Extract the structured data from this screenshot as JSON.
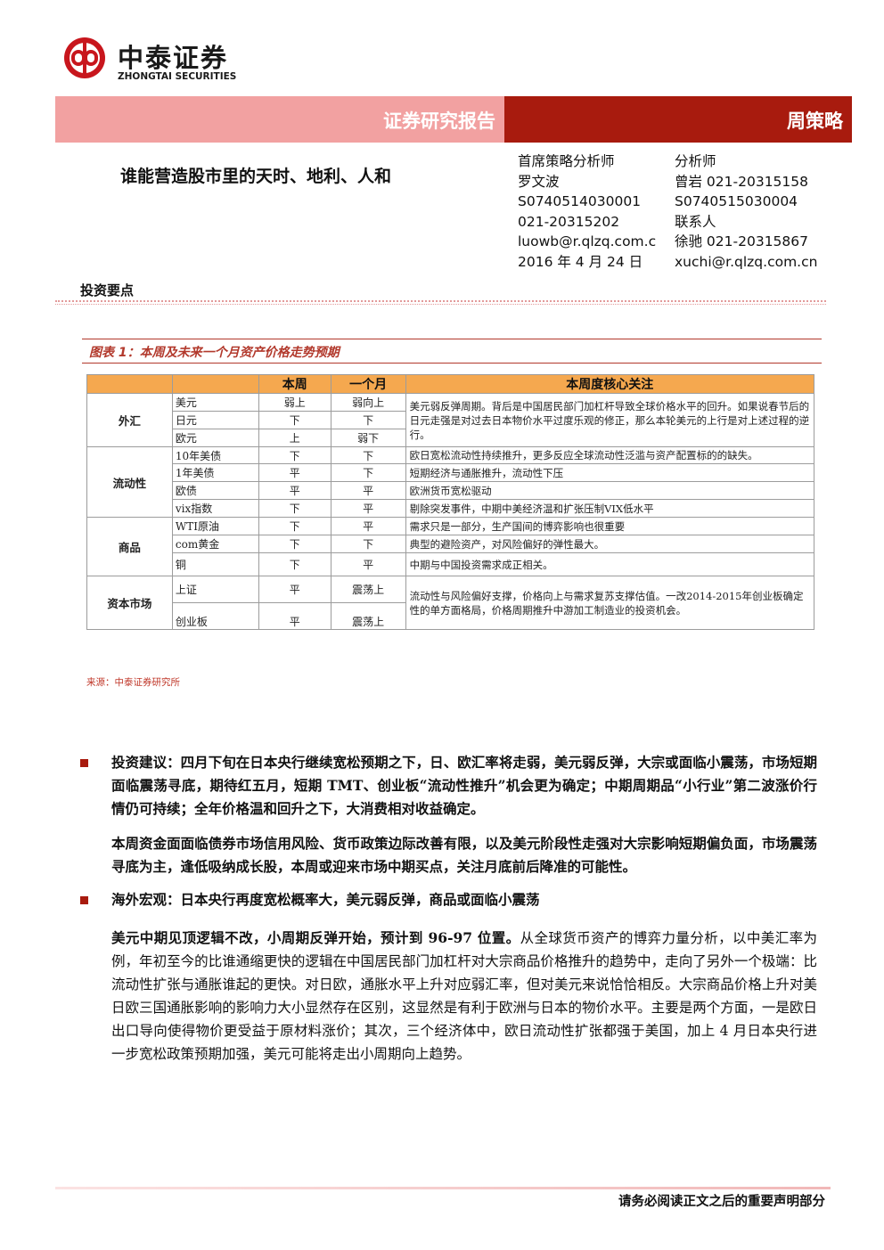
{
  "brand": {
    "name_cn": "中泰证券",
    "name_en": "ZHONGTAI SECURITIES"
  },
  "banner": {
    "title": "证券研究报告",
    "tag": "周策略"
  },
  "headline": "谁能营造股市里的天时、地利、人和",
  "analysts": {
    "col_a": [
      "首席策略分析师",
      "罗文波",
      "S0740514030001",
      "021-20315202",
      "luowb@r.qlzq.com.c",
      "2016 年 4 月 24 日"
    ],
    "col_b": [
      "分析师",
      "曾岩 021-20315158",
      "S0740515030004",
      "联系人",
      "徐驰 021-20315867",
      "xuchi@r.qlzq.com.cn"
    ]
  },
  "section_title": "投资要点",
  "figure_caption": "图表 1：本周及未来一个月资产价格走势预期",
  "table": {
    "headers": [
      "",
      "",
      "本周",
      "一个月",
      "本周度核心关注"
    ],
    "groups": [
      {
        "category": "外汇",
        "note": "美元弱反弹周期。背后是中国居民部门加杠杆导致全球价格水平的回升。如果说春节后的日元走强是对过去日本物价水平过度乐观的修正，那么本轮美元的上行是对上述过程的逆行。",
        "rows": [
          {
            "asset": "美元",
            "week": "弱上",
            "month": "弱向上"
          },
          {
            "asset": "日元",
            "week": "下",
            "month": "下"
          },
          {
            "asset": "欧元",
            "week": "上",
            "month": "弱下"
          }
        ]
      },
      {
        "category": "流动性",
        "rows": [
          {
            "asset": "10年美债",
            "week": "下",
            "month": "下",
            "note": "欧日宽松流动性持续推升，更多反应全球流动性泛滥与资产配置标的的缺失。"
          },
          {
            "asset": "1年美债",
            "week": "平",
            "month": "下",
            "note": "短期经济与通胀推升，流动性下压"
          },
          {
            "asset": "欧债",
            "week": "平",
            "month": "平",
            "note": "欧洲货币宽松驱动"
          },
          {
            "asset": "vix指数",
            "week": "下",
            "month": "平",
            "note": "剔除突发事件，中期中美经济温和扩张压制VIX低水平"
          }
        ]
      },
      {
        "category": "商品",
        "rows": [
          {
            "asset": "WTI原油",
            "week": "下",
            "month": "平",
            "note": "需求只是一部分，生产国间的博弈影响也很重要"
          },
          {
            "asset": "com黄金",
            "week": "下",
            "month": "下",
            "note": "典型的避险资产，对风险偏好的弹性最大。"
          },
          {
            "asset": "铜",
            "week": "下",
            "month": "平",
            "note": "中期与中国投资需求成正相关。"
          }
        ]
      },
      {
        "category": "资本市场",
        "note": "流动性与风险偏好支撑，价格向上与需求复苏支撑估值。一改2014-2015年创业板确定性的单方面格局，价格周期推升中游加工制造业的投资机会。",
        "rows": [
          {
            "asset": "上证",
            "week": "平",
            "month": "震荡上"
          },
          {
            "asset": "创业板",
            "week": "平",
            "month": "震荡上"
          }
        ]
      }
    ]
  },
  "source": "来源：中泰证券研究所",
  "paragraphs": {
    "p1_label": "投资建议：",
    "p1_text": "四月下旬在日本央行继续宽松预期之下，日、欧汇率将走弱，美元弱反弹，大宗或面临小震荡，市场短期面临震荡寻底，期待红五月，短期 TMT、创业板“流动性推升”机会更为确定；中期周期品“小行业”第二波涨价行情仍可持续；全年价格温和回升之下，大消费相对收益确定。",
    "p2_text": "本周资金面面临债券市场信用风险、货币政策边际改善有限，以及美元阶段性走强对大宗影响短期偏负面，市场震荡寻底为主，逢低吸纳成长股，本周或迎来市场中期买点，关注月底前后降准的可能性。",
    "p3_label": "海外宏观：",
    "p3_text": "日本央行再度宽松概率大，美元弱反弹，商品或面临小震荡",
    "p4_bold": "美元中期见顶逻辑不改，小周期反弹开始，预计到 96-97 位置。",
    "p4_text": "从全球货币资产的博弈力量分析，以中美汇率为例，年初至今的比谁通缩更快的逻辑在中国居民部门加杠杆对大宗商品价格推升的趋势中，走向了另外一个极端：比流动性扩张与通胀谁起的更快。对日欧，通胀水平上升对应弱汇率，但对美元来说恰恰相反。大宗商品价格上升对美日欧三国通胀影响的影响力大小显然存在区别，这显然是有利于欧洲与日本的物价水平。主要是两个方面，一是欧日出口导向使得物价更受益于原材料涨价；其次，三个经济体中，欧日流动性扩张都强于美国，加上 4 月日本央行进一步宽松政策预期加强，美元可能将走出小周期向上趋势。"
  },
  "footer": "请务必阅读正文之后的重要声明部分",
  "colors": {
    "banner_light": "#f2a1a1",
    "banner_dark": "#a81b0e",
    "table_header": "#f5a84f",
    "caption": "#b2392c"
  }
}
